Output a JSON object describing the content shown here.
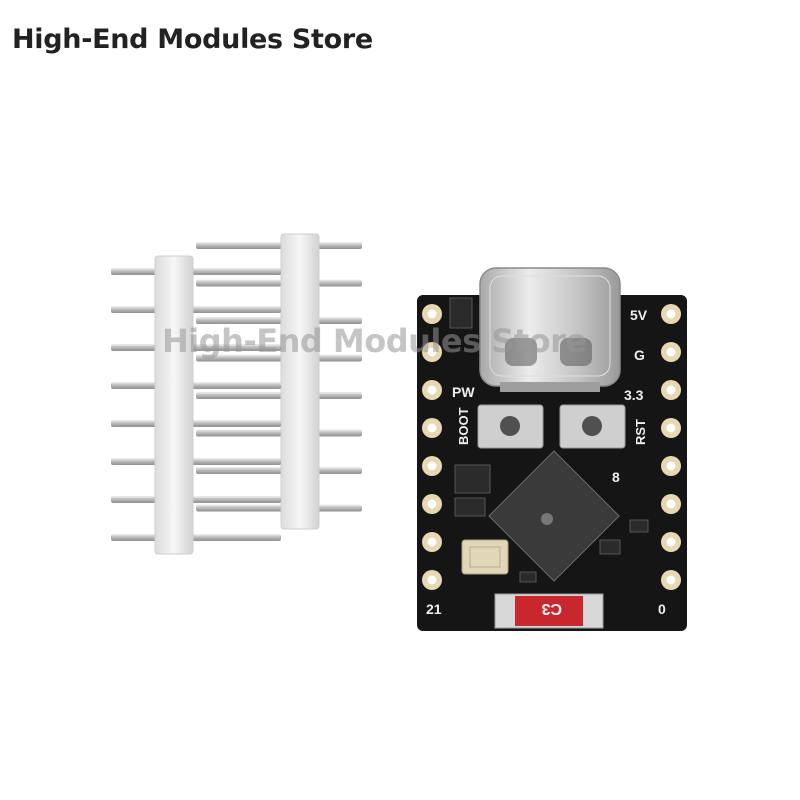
{
  "store": {
    "title": "High-End Modules Store"
  },
  "watermark": {
    "text": "High-End Modules Store"
  },
  "board": {
    "labels": {
      "pin_5v": "5V",
      "pin_g": "G",
      "pin_33": "3.3",
      "rst": "RST",
      "pw": "PW",
      "boot": "BOOT",
      "pin_8": "8",
      "pin_21": "21",
      "pin_0": "0",
      "chip_model": "C3"
    }
  },
  "colors": {
    "pcb": "#151515",
    "pad": "#e8d7b3",
    "header_plastic": "#eeeeee",
    "pin_metal": "#c9c9c9",
    "chip_label_red": "#c8282d",
    "usb_metal": "#cfcfcf"
  }
}
